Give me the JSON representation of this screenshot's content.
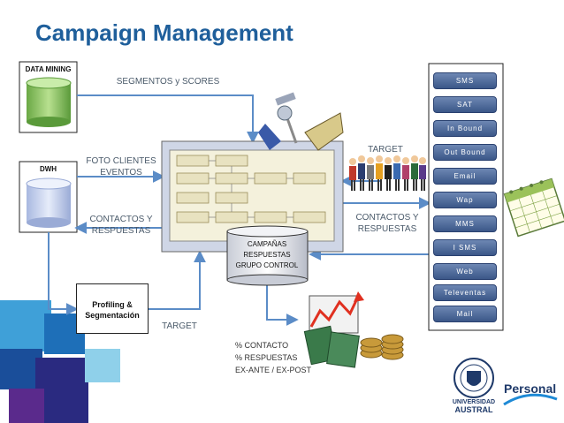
{
  "title": "Campaign Management",
  "sources": {
    "data_mining": "DATA MINING",
    "dwh": "DWH"
  },
  "flows": {
    "segmentos": "SEGMENTOS  y  SCORES",
    "foto_line1": "FOTO CLIENTES",
    "foto_line2": "EVENTOS",
    "contactos_left_line1": "CONTACTOS Y",
    "contactos_left_line2": "RESPUESTAS",
    "contactos_right_line1": "CONTACTOS Y",
    "contactos_right_line2": "RESPUESTAS",
    "target_top": "TARGET",
    "target_bottom": "TARGET"
  },
  "profiling": {
    "line1": "Profiling &",
    "line2": "Segmentación"
  },
  "campaign_db": {
    "line1": "CAMPAÑAS",
    "line2": "RESPUESTAS",
    "line3": "GRUPO CONTROL"
  },
  "metrics": {
    "line1": "% CONTACTO",
    "line2": "% RESPUESTAS",
    "line3": "EX-ANTE / EX-POST"
  },
  "channels": [
    "SMS",
    "SAT",
    "In Bound",
    "Out Bound",
    "Email",
    "Wap",
    "MMS",
    "I  SMS",
    "Web",
    "Televentas",
    "Mail"
  ],
  "logos": {
    "universidad_line1": "UNIVERSIDAD",
    "universidad_line2": "AUSTRAL",
    "personal": "Personal"
  },
  "colors": {
    "title": "#1f5f9b",
    "arrow": "#5b8cc7",
    "channel": "#4a6694",
    "data_mining_cylinder": "#8fc46a",
    "dwh_cylinder": "#c9d4ec"
  }
}
